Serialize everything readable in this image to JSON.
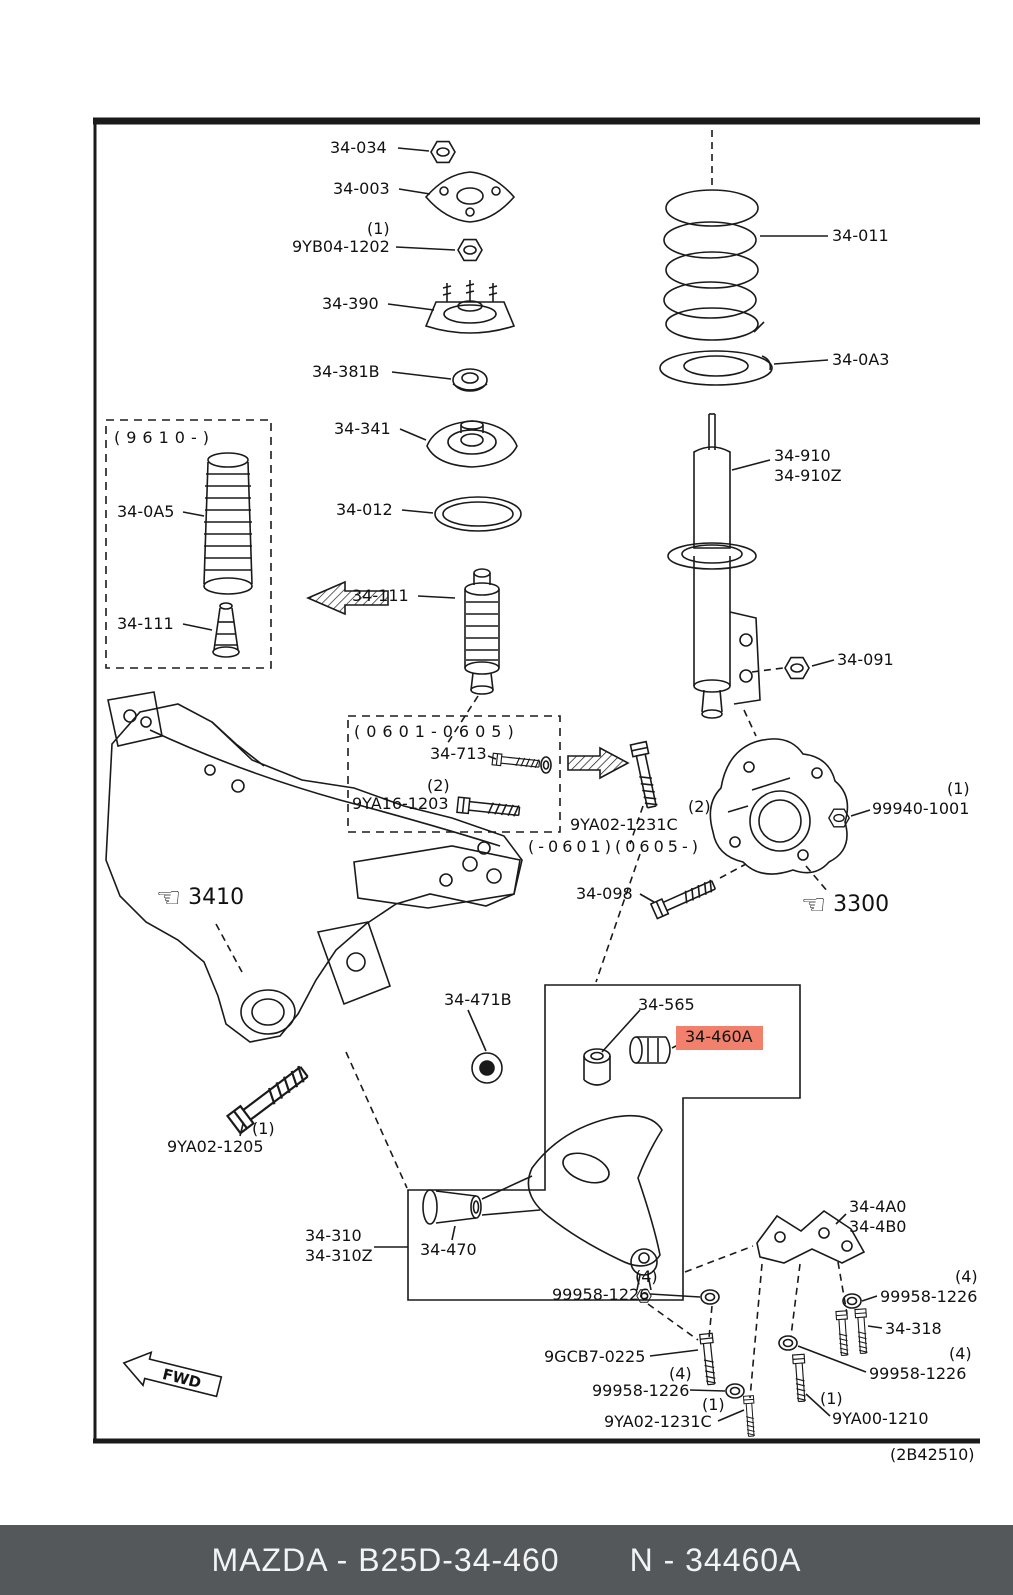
{
  "meta": {
    "drawing_ref": "(2B42510)",
    "fwd_label": "FWD",
    "hand_glyph": "☜",
    "highlight_color": "#f1816c",
    "line_color": "#1a1a1a",
    "footer_bg": "#54585b"
  },
  "boxes": {
    "early": "(9610-)",
    "mid": "(0601-0605)"
  },
  "sections": [
    "3410",
    "3300"
  ],
  "footer": {
    "catalog": "MAZDA - B25D-34-460",
    "part": "N - 34460A"
  },
  "parts": [
    {
      "num": "34-034"
    },
    {
      "num": "34-003"
    },
    {
      "qty": "(1)",
      "num": "9YB04-1202"
    },
    {
      "num": "34-390"
    },
    {
      "num": "34-381B"
    },
    {
      "num": "34-341"
    },
    {
      "num": "34-012"
    },
    {
      "num": "34-111"
    },
    {
      "num": "34-0A5"
    },
    {
      "num": "34-111"
    },
    {
      "num": "34-011"
    },
    {
      "num": "34-0A3"
    },
    {
      "num": "34-910"
    },
    {
      "num": "34-910Z"
    },
    {
      "num": "34-091"
    },
    {
      "num": "34-713"
    },
    {
      "qty": "(2)",
      "num": "9YA16-1203"
    },
    {
      "qty": "(2)",
      "num": "9YA02-1231C",
      "note": "(-0601)(0605-)"
    },
    {
      "qty": "(1)",
      "num": "99940-1001"
    },
    {
      "num": "34-098"
    },
    {
      "num": "34-471B"
    },
    {
      "num": "34-565"
    },
    {
      "num": "34-460A",
      "highlighted": true
    },
    {
      "qty": "(1)",
      "num": "9YA02-1205"
    },
    {
      "num": "34-310"
    },
    {
      "num": "34-310Z"
    },
    {
      "num": "34-470"
    },
    {
      "num": "34-4A0"
    },
    {
      "num": "34-4B0"
    },
    {
      "qty": "(4)",
      "num": "99958-1226"
    },
    {
      "qty": "(4)",
      "num": "99958-1226"
    },
    {
      "num": "34-318"
    },
    {
      "num": "9GCB7-0225"
    },
    {
      "qty": "(4)",
      "num": "99958-1226"
    },
    {
      "qty": "(4)",
      "num": "99958-1226"
    },
    {
      "qty": "(1)",
      "num": "9YA02-1231C"
    },
    {
      "qty": "(1)",
      "num": "9YA00-1210"
    }
  ]
}
